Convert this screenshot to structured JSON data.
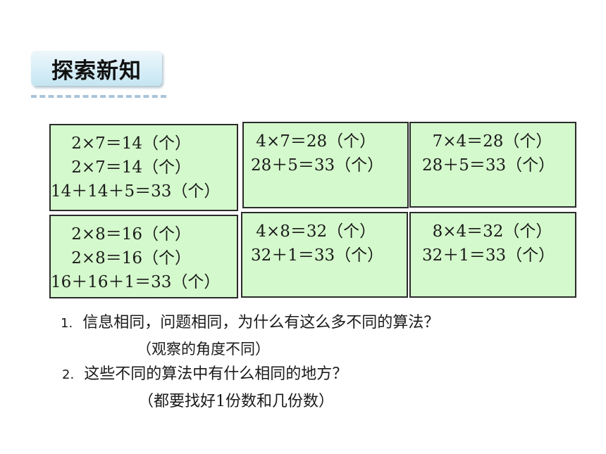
{
  "header": {
    "title": "探索新知"
  },
  "boxes": [
    {
      "lines": [
        "    2×7＝14（个）",
        "    2×7＝14（个）",
        "14＋14＋5＝33（个）"
      ]
    },
    {
      "lines": [
        " 4×7＝28（个）",
        "28＋5＝33（个）"
      ]
    },
    {
      "lines": [
        "  7×4＝28（个）",
        "28＋5＝33（个）"
      ]
    },
    {
      "lines": [
        "    2×8＝16（个）",
        "    2×8＝16（个）",
        "16＋16＋1＝33（个）"
      ]
    },
    {
      "lines": [
        " 4×8＝32（个）",
        "32＋1＝33（个）"
      ]
    },
    {
      "lines": [
        "  8×4＝32（个）",
        "32＋1＝33（个）"
      ]
    }
  ],
  "questions": [
    {
      "number": "1.",
      "text": "信息相同，问题相同，为什么有这么多不同的算法？",
      "answer": "（观察的角度不同）"
    },
    {
      "number": "2.",
      "text": "这些不同的算法中有什么相同的地方？",
      "answer": "（都要找好1份数和几份数）"
    }
  ]
}
